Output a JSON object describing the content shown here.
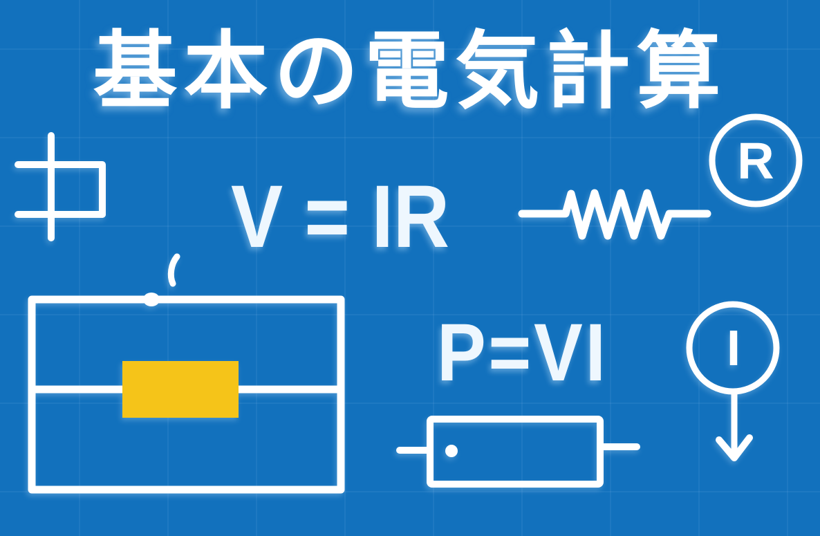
{
  "title": "基本の電気計算",
  "formulas": {
    "ohms_law": "V = IR",
    "power_law": "P=VI"
  },
  "annotations": {
    "resistance_circle_label": "R",
    "current_circle_label": "I"
  },
  "icons": {
    "connector_symbol": "open-box-with-crossing-wire-icon",
    "resistor_zigzag": "resistor-zigzag-icon",
    "resistor_box": "resistor-box-icon",
    "current_arrow": "downward-current-arrow-icon",
    "circuit_junction_dot": "junction-dot-icon",
    "pen_tick_mark": "pen-tick-icon"
  },
  "diagram": {
    "parallel_circuit": {
      "description_elements": [
        "outer-loop",
        "middle-branch-wire",
        "yellow-resistor-block",
        "junction-dot"
      ]
    }
  },
  "colors": {
    "background": "#1271bd",
    "grid_line": "rgba(190,225,255,0.07)",
    "stroke": "#ffffff",
    "resistor_fill": "#f5c419",
    "formula_text": "#eef7fe"
  }
}
